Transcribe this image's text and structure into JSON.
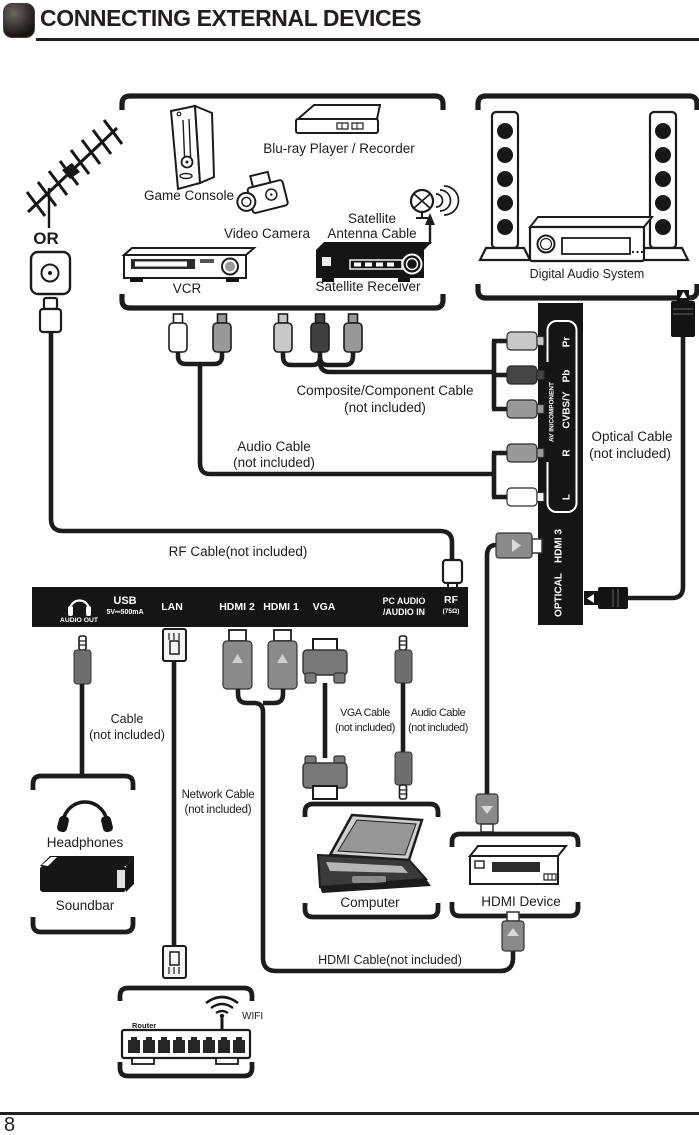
{
  "header": {
    "title": "CONNECTING EXTERNAL DEVICES"
  },
  "footer": {
    "page_number": "8"
  },
  "colors": {
    "panel": "#151515",
    "line": "#1c1c1c",
    "plug_gray": "#8a8a8a"
  },
  "top_devices": {
    "or_label": "OR",
    "game_console": "Game Console",
    "bluray": "Blu-ray Player / Recorder",
    "video_camera": "Video Camera",
    "satellite_line1": "Satellite",
    "satellite_line2": "Antenna Cable",
    "vcr": "VCR",
    "satellite_receiver": "Satellite Receiver"
  },
  "audio_system": {
    "label": "Digital Audio System"
  },
  "cables": {
    "composite_line1": "Composite/Component Cable",
    "composite_line2": "(not included)",
    "audio_line1": "Audio Cable",
    "audio_line2": "(not included)",
    "rf": "RF Cable(not included)",
    "optical_line1": "Optical Cable",
    "optical_line2": "(not included)",
    "headphone_line1": "Cable",
    "headphone_line2": "(not included)",
    "network_line1": "Network Cable",
    "network_line2": "(not included)",
    "vga_line1": "VGA Cable",
    "vga_line2": "(not included)",
    "pc_audio_line1": "Audio Cable",
    "pc_audio_line2": "(not included)",
    "hdmi": "HDMI Cable(not included)"
  },
  "side_panel": {
    "group_label": "AV IN/COMPONENT",
    "ports": [
      "Pr",
      "Pb",
      "CVBS/Y",
      "R",
      "L"
    ],
    "hdmi3": "HDMI 3",
    "optical": "OPTICAL"
  },
  "bottom_panel": {
    "audio_out": "AUDIO OUT",
    "usb": "USB",
    "usb_spec": "5V⎓500mA",
    "lan": "LAN",
    "hdmi2": "HDMI 2",
    "hdmi1": "HDMI 1",
    "vga": "VGA",
    "pc_audio_line1": "PC AUDIO",
    "pc_audio_line2": "/AUDIO IN",
    "rf": "RF",
    "rf_spec": "(75Ω)"
  },
  "bottom_devices": {
    "headphones": "Headphones",
    "soundbar": "Soundbar",
    "computer": "Computer",
    "hdmi_device": "HDMI Device",
    "router": "Router",
    "wifi": "WIFI"
  }
}
